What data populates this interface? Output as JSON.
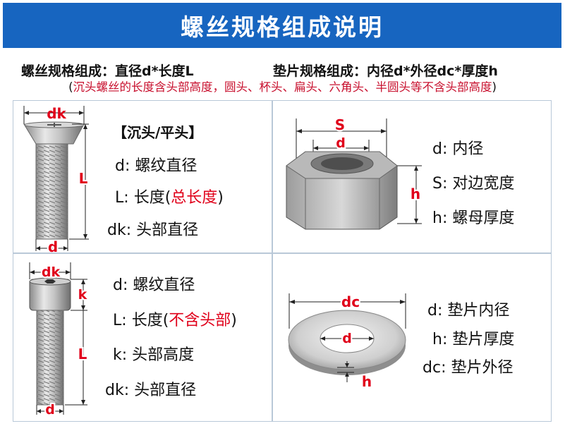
{
  "title": "螺丝规格组成说明",
  "formula_screw": "螺丝规格组成：直径d*长度L",
  "formula_washer": "垫片规格组成：内径d*外径dc*厚度h",
  "note": {
    "open": "(",
    "text": "沉头螺丝的长度含头部高度，圆头、杯头、扁头、六角头、半圆头等不含头部高度",
    "close": ")"
  },
  "panels": {
    "countersunk": {
      "category": "【沉头/平头】",
      "dims": {
        "dk": "dk",
        "L": "L",
        "d": "d"
      },
      "rows": [
        {
          "key": "d",
          "sep": ":",
          "text": "螺纹直径"
        },
        {
          "key": "L",
          "sep": ":",
          "text": "长度(",
          "red": "总长度",
          "after": ")"
        },
        {
          "key": "dk",
          "sep": ":",
          "text": "头部直径"
        }
      ]
    },
    "nut": {
      "dims": {
        "S": "S",
        "d": "d",
        "h": "h"
      },
      "rows": [
        {
          "key": "d",
          "sep": ":",
          "text": "内径"
        },
        {
          "key": "S",
          "sep": ":",
          "text": "对边宽度"
        },
        {
          "key": "h",
          "sep": ":",
          "text": "螺母厚度"
        }
      ]
    },
    "socket": {
      "dims": {
        "dk": "dk",
        "k": "k",
        "L": "L",
        "d": "d"
      },
      "rows": [
        {
          "key": "d",
          "sep": ":",
          "text": "螺纹直径"
        },
        {
          "key": "L",
          "sep": ":",
          "text": "长度(",
          "red": "不含头部",
          "after": ")"
        },
        {
          "key": "k",
          "sep": ":",
          "text": "头部高度"
        },
        {
          "key": "dk",
          "sep": ":",
          "text": "头部直径"
        }
      ]
    },
    "washer": {
      "dims": {
        "dc": "dc",
        "d": "d",
        "h": "h"
      },
      "rows": [
        {
          "key": "d",
          "sep": ":",
          "text": "垫片内径"
        },
        {
          "key": "h",
          "sep": ":",
          "text": "垫片厚度"
        },
        {
          "key": "dc",
          "sep": ":",
          "text": "垫片外径"
        }
      ]
    }
  },
  "colors": {
    "banner": "#1765c0",
    "accent_red": "#e0001a",
    "grid": "#b9c8d8"
  }
}
